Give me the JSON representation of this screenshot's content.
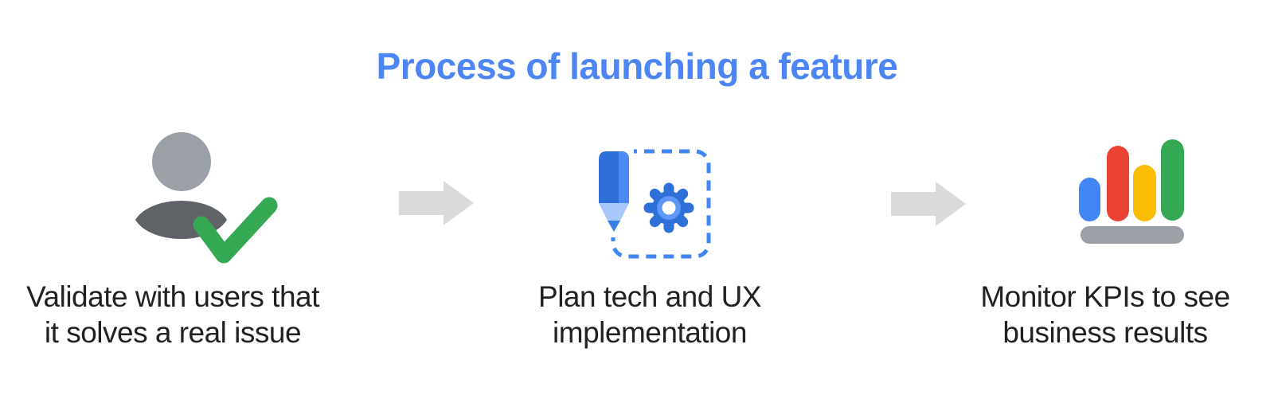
{
  "title": "Process of launching a feature",
  "steps": [
    {
      "icon": "user-validated-icon",
      "line1": "Validate with users that",
      "line2": "it solves a real issue"
    },
    {
      "icon": "pencil-gear-icon",
      "line1": "Plan tech and UX",
      "line2": "implementation"
    },
    {
      "icon": "bar-chart-icon",
      "line1": "Monitor KPIs to see",
      "line2": "business results"
    }
  ],
  "connectors": [
    {
      "icon": "arrow-right-icon"
    },
    {
      "icon": "arrow-right-icon"
    }
  ],
  "colors": {
    "title_blue": "#4D86F4",
    "label_text": "#202124",
    "arrow_gray": "#DADADA",
    "person_head": "#9AA0A6",
    "person_body": "#5F6368",
    "check_green": "#34A853",
    "dashed_border": "#4285F4",
    "pencil_blue_dark": "#2E6FD8",
    "pencil_blue_light": "#4C8BF5",
    "pencil_tip_light": "#A8C7FA",
    "pencil_point": "#3B7DE8",
    "gear_blue": "#2E6FD8",
    "gear_ring": "#5E97F6",
    "bar_blue": "#4285F4",
    "bar_red": "#EA4335",
    "bar_yellow": "#FBBC04",
    "bar_green": "#34A853",
    "chart_base_gray": "#9AA0A6"
  }
}
